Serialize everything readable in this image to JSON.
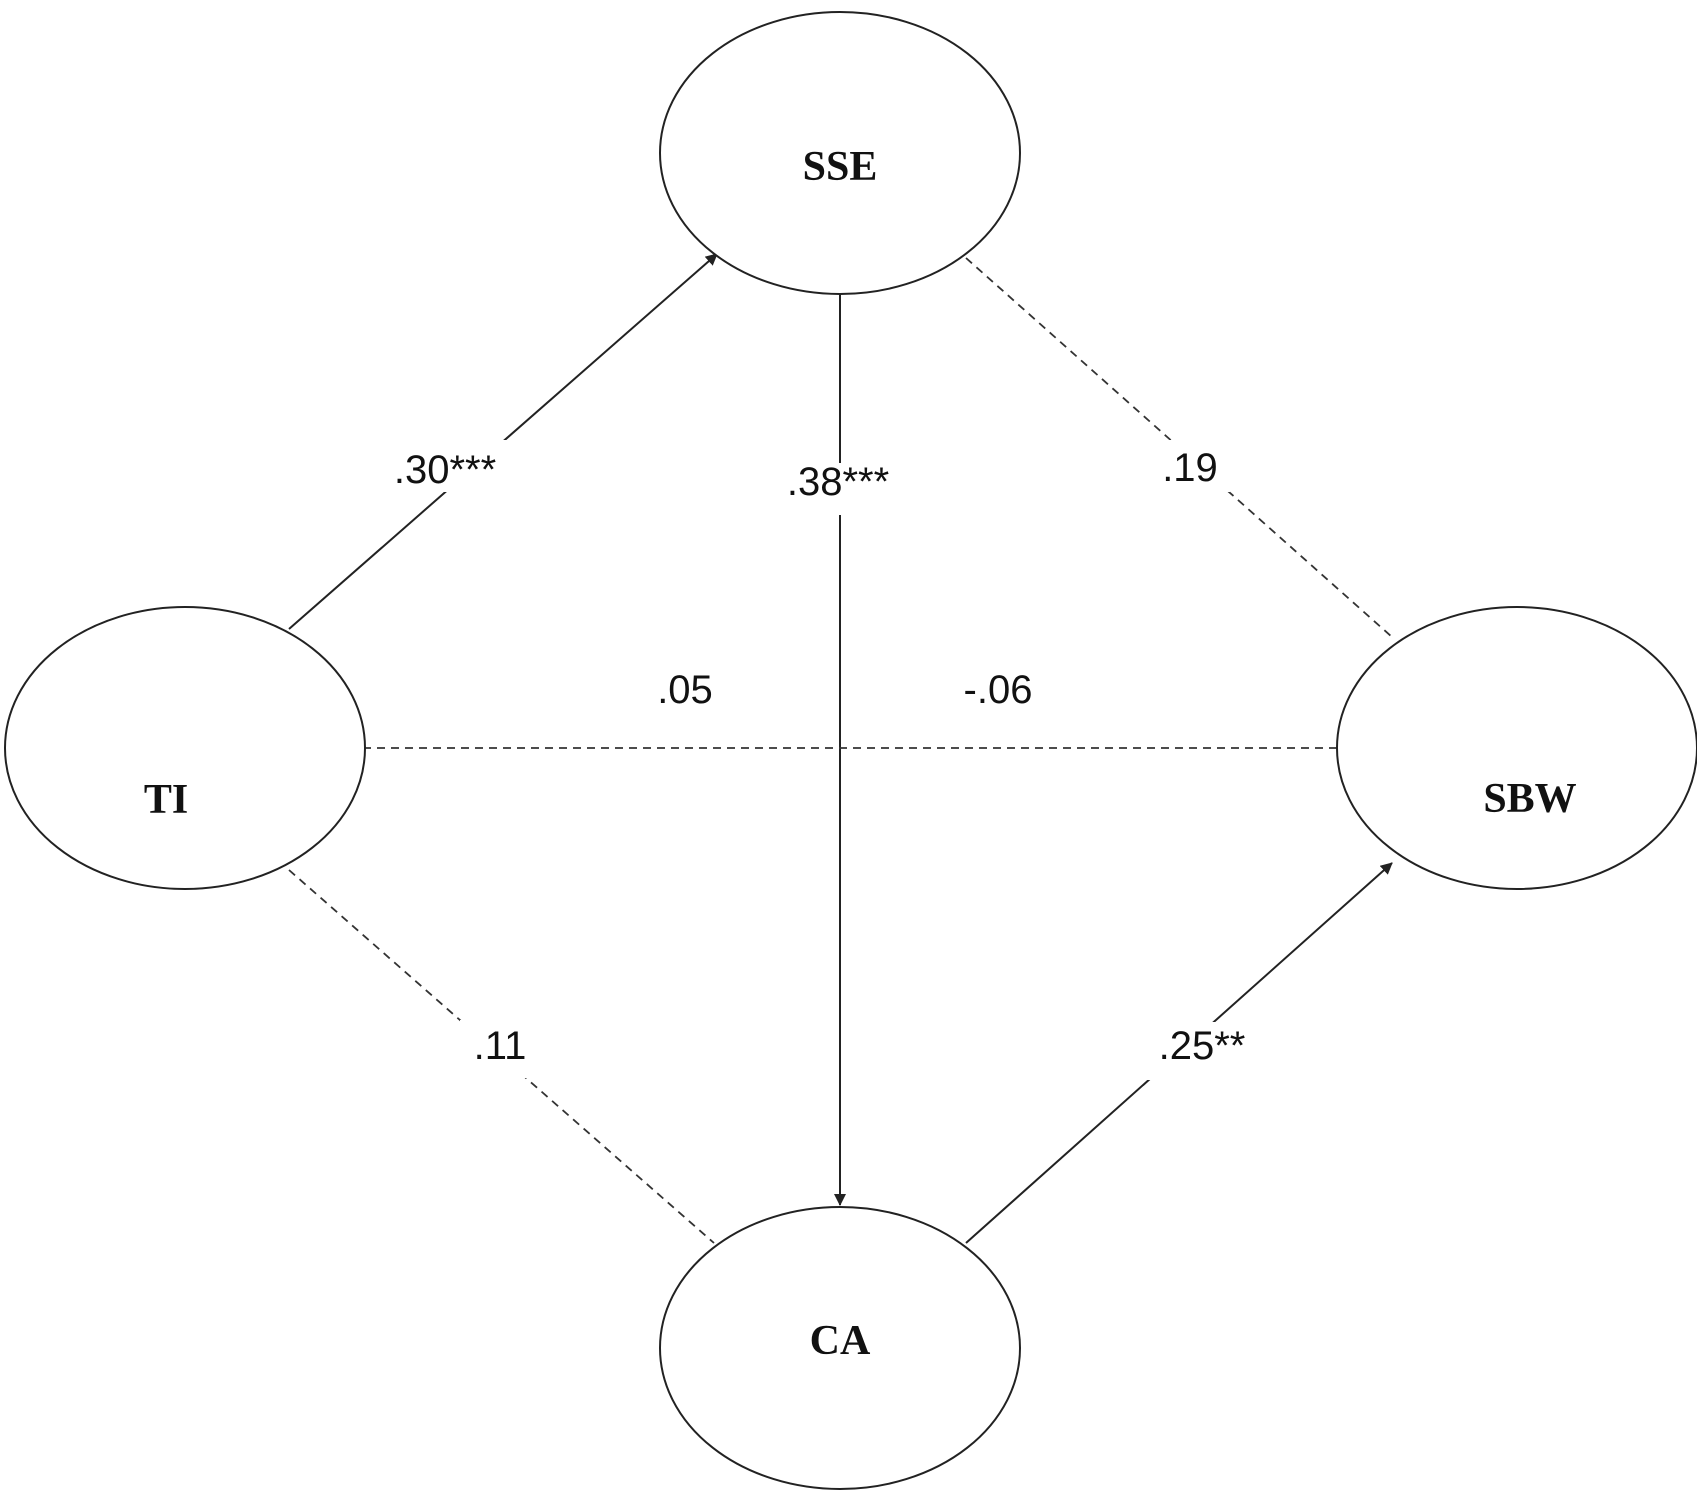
{
  "diagram": {
    "nodes": {
      "sse": "SSE",
      "ti": "TI",
      "sbw": "SBW",
      "ca": "CA"
    },
    "paths": {
      "ti_sse": ".30***",
      "sse_ca": ".38***",
      "sse_sbw": ".19",
      "ti_sbw": ".05",
      "ti_sbw_2": "-.06",
      "ti_ca": ".11",
      "ca_sbw": ".25**"
    },
    "edge_styles": {
      "significant": "solid",
      "non_significant": "dashed"
    },
    "colors": {
      "line": "#222222",
      "text": "#111111",
      "background": "#ffffff"
    }
  }
}
